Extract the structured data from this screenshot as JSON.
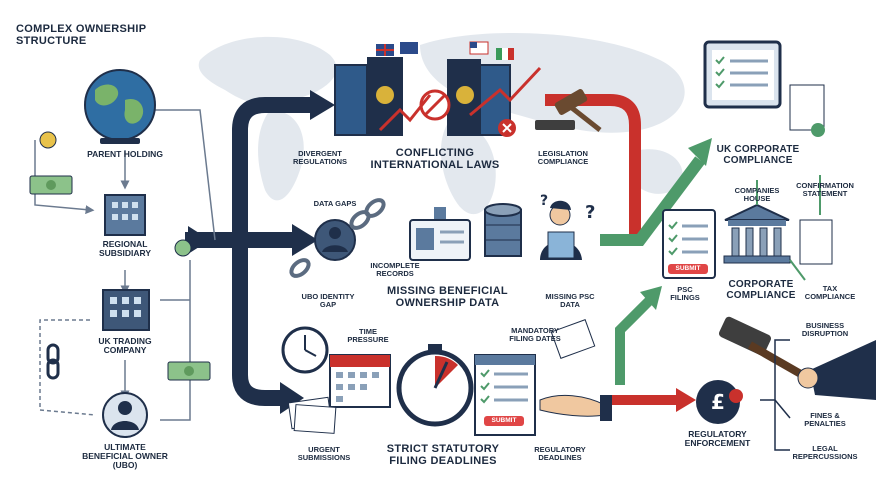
{
  "title": "COMPLEX OWNERSHIP\nSTRUCTURE",
  "ownership": {
    "parent": "PARENT HOLDING",
    "regional": "REGIONAL\nSUBSIDIARY",
    "uk_trading": "UK TRADING\nCOMPANY",
    "ubo": "ULTIMATE\nBENEFICIAL OWNER\n(UBO)"
  },
  "laws": {
    "divergent": "DIVERGENT\nREGULATIONS",
    "heading": "CONFLICTING\nINTERNATIONAL LAWS",
    "legislation": "LEGISLATION\nCOMPLIANCE"
  },
  "data": {
    "gaps": "DATA GAPS",
    "incomplete": "INCOMPLETE\nRECORDS",
    "ubo_gap": "UBO IDENTITY\nGAP",
    "heading": "MISSING BENEFICIAL\nOWNERSHIP DATA",
    "psc": "MISSING PSC\nDATA"
  },
  "deadlines": {
    "time": "TIME\nPRESSURE",
    "mandatory": "MANDATORY\nFILING DATES",
    "urgent": "URGENT\nSUBMISSIONS",
    "heading": "STRICT STATUTORY\nFILING DEADLINES",
    "regulatory": "REGULATORY\nDEADLINES",
    "submit": "SUBMIT"
  },
  "compliance": {
    "uk": "UK CORPORATE\nCOMPLIANCE",
    "companies_house": "COMPANIES\nHOUSE",
    "confirmation": "CONFIRMATION\nSTATEMENT",
    "corporate": "CORPORATE\nCOMPLIANCE",
    "tax": "TAX\nCOMPLIANCE",
    "psc_filings": "PSC\nFILINGS",
    "submit": "SUBMIT"
  },
  "enforcement": {
    "heading": "REGULATORY\nENFORCEMENT",
    "business": "BUSINESS\nDISRUPTION",
    "fines": "FINES &\nPENALTIES",
    "legal": "LEGAL\nREPERCUSSIONS"
  },
  "colors": {
    "navy": "#1f2f4a",
    "red": "#c9312c",
    "green": "#4e9a6a",
    "light_blue": "#dbe4ee"
  }
}
